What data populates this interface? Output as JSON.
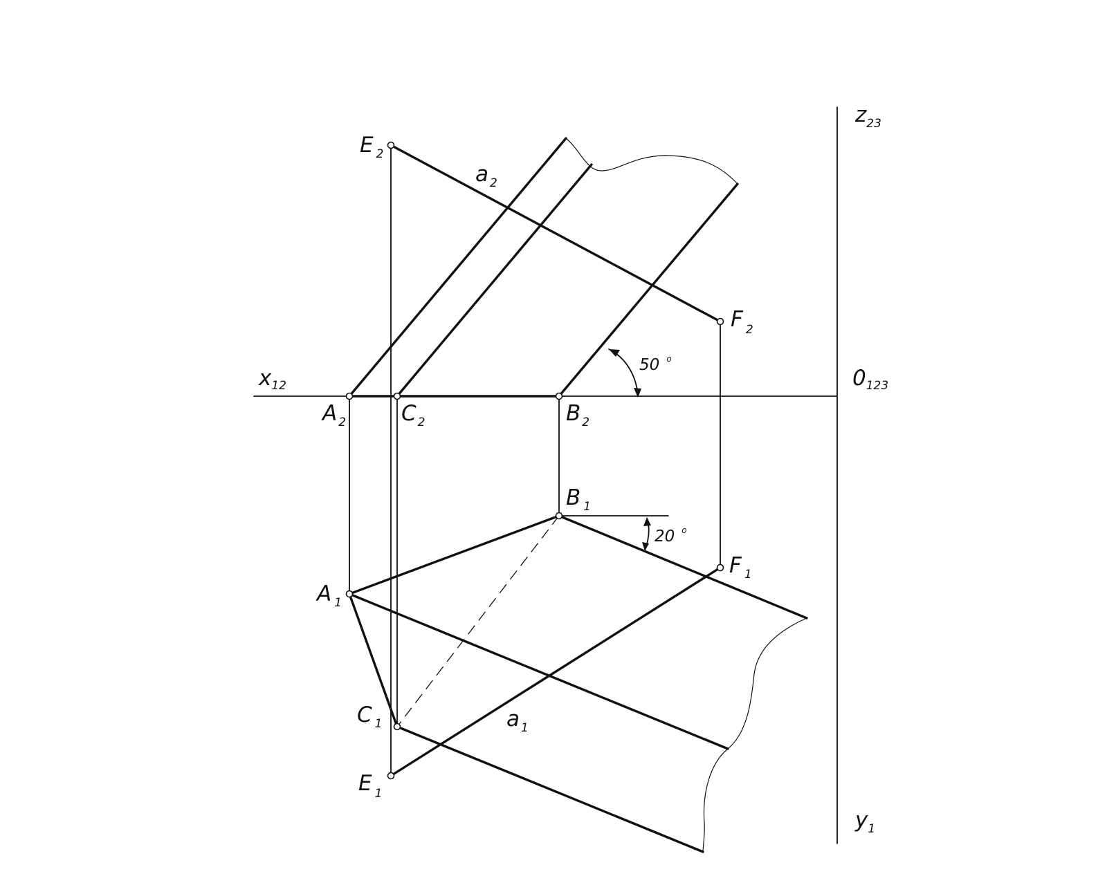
{
  "labels": {
    "z23": {
      "main": "z",
      "sub": "23"
    },
    "x12": {
      "main": "x",
      "sub": "12"
    },
    "o123": {
      "main": "0",
      "sub": "123"
    },
    "y1": {
      "main": "y",
      "sub": "1"
    },
    "E2": {
      "main": "E",
      "sub": "2"
    },
    "a2": {
      "main": "a",
      "sub": "2"
    },
    "F2": {
      "main": "F",
      "sub": "2"
    },
    "A2": {
      "main": "A",
      "sub": "2"
    },
    "C2": {
      "main": "C",
      "sub": "2"
    },
    "B2": {
      "main": "B",
      "sub": "2"
    },
    "B1": {
      "main": "B",
      "sub": "1"
    },
    "F1": {
      "main": "F",
      "sub": "1"
    },
    "A1": {
      "main": "A",
      "sub": "1"
    },
    "C1": {
      "main": "C",
      "sub": "1"
    },
    "a1": {
      "main": "a",
      "sub": "1"
    },
    "E1": {
      "main": "E",
      "sub": "1"
    }
  },
  "angles": {
    "frontal": {
      "value": "50",
      "unit": "o"
    },
    "horizontal": {
      "value": "20",
      "unit": "o"
    }
  }
}
